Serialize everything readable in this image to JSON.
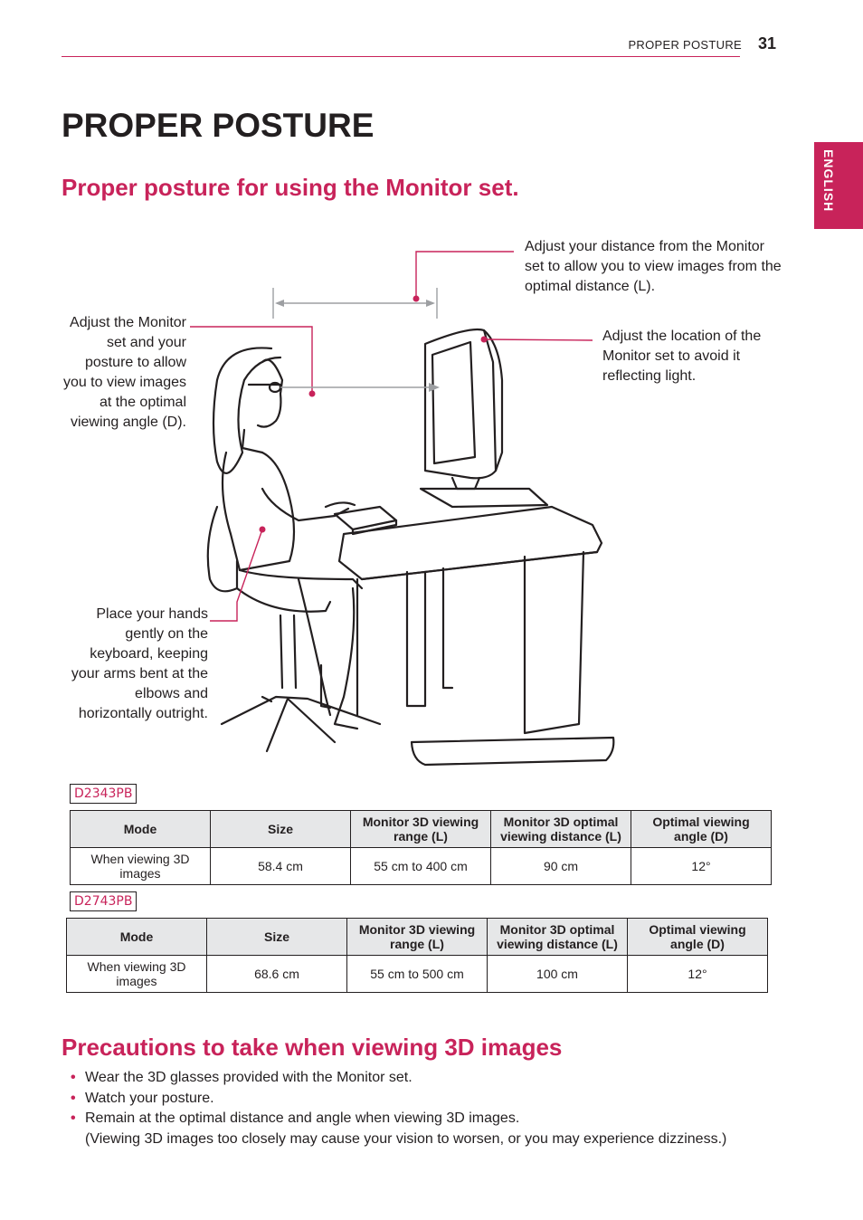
{
  "header": {
    "section": "PROPER POSTURE",
    "page_number": "31"
  },
  "language_tab": "ENGLISH",
  "title": "PROPER POSTURE",
  "section1": {
    "heading": "Proper posture for using the Monitor set.",
    "captions": {
      "distance": "Adjust your distance from the Monitor set to allow you to view images from the optimal distance (L).",
      "location": "Adjust the location of the Monitor set to avoid it reflecting light.",
      "angle": "Adjust the Monitor set and your posture to allow you to view images at the optimal viewing angle (D).",
      "hands": "Place your hands gently on the keyboard, keeping your arms bent at the elbows and horizontally outright."
    }
  },
  "tables": [
    {
      "model": "D2343PB",
      "headers": [
        "Mode",
        "Size",
        "Monitor 3D viewing range (L)",
        "Monitor 3D optimal viewing distance (L)",
        "Optimal viewing angle (D)"
      ],
      "row": [
        "When viewing 3D images",
        "58.4 cm",
        "55 cm to 400 cm",
        "90 cm",
        "12°"
      ]
    },
    {
      "model": "D2743PB",
      "headers": [
        "Mode",
        "Size",
        "Monitor 3D viewing range (L)",
        "Monitor 3D optimal viewing distance (L)",
        "Optimal viewing angle (D)"
      ],
      "row": [
        "When viewing 3D images",
        "68.6 cm",
        "55 cm to 500 cm",
        "100 cm",
        "12°"
      ]
    }
  ],
  "section2": {
    "heading": "Precautions to take when viewing 3D images",
    "bullets": [
      "Wear the 3D glasses provided with the Monitor set.",
      "Watch your posture.",
      "Remain at the optimal distance and angle when viewing 3D images."
    ],
    "bullet3_note": "(Viewing 3D images too closely may cause your vision to worsen, or you may experience dizziness.)",
    "bullet_symbol": "•"
  },
  "colors": {
    "accent": "#c8235a",
    "text": "#231f20",
    "table_header_bg": "#e6e7e8"
  }
}
